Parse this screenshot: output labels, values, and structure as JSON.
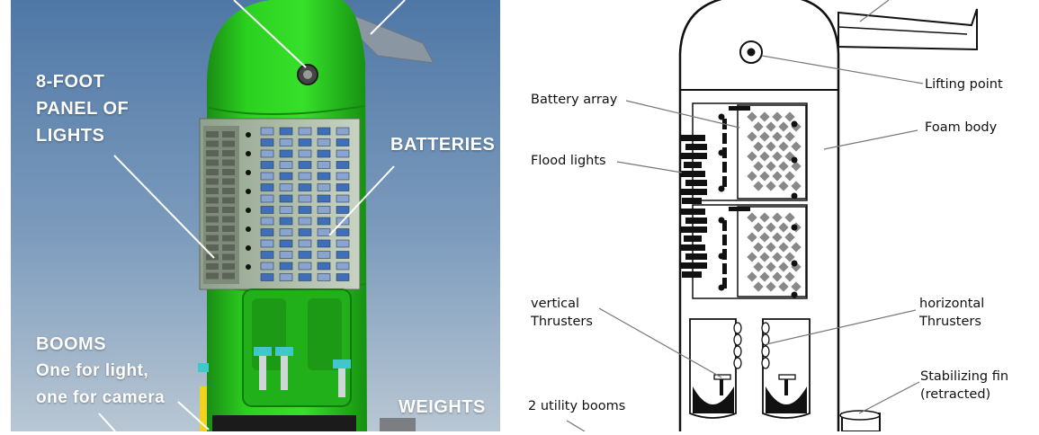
{
  "photo": {
    "labels": {
      "panel_line1": "8-FOOT",
      "panel_line2": "PANEL OF",
      "panel_line3": "LIGHTS",
      "batteries": "BATTERIES",
      "booms_title": "BOOMS",
      "booms_line1": "One for light,",
      "booms_line2": "one for camera",
      "weights": "WEIGHTS"
    },
    "colors": {
      "background_top": "#6c8fb6",
      "background_bottom": "#b8c7d4",
      "hull": "#2bd11f",
      "hull_dark": "#1a8d14"
    }
  },
  "schematic": {
    "labels": {
      "lifting_point": "Lifting point",
      "battery_array": "Battery array",
      "foam_body": "Foam body",
      "flood_lights": "Flood lights",
      "vertical_line1": "vertical",
      "vertical_line2": "Thrusters",
      "horizontal_line1": "horizontal",
      "horizontal_line2": "Thrusters",
      "fin_line1": "Stabilizing fin",
      "fin_line2": "(retracted)",
      "utility_booms": "2 utility booms"
    }
  }
}
